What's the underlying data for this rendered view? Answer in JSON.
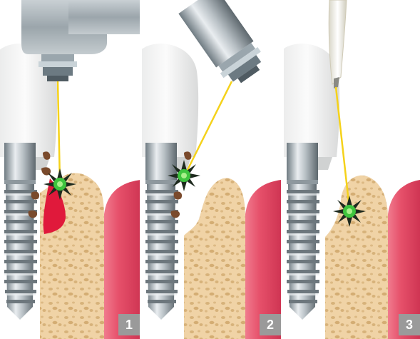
{
  "panels": [
    {
      "number": "1",
      "tool": "handpiece",
      "has_infection": true,
      "has_calculus": true,
      "bone_defect": "small"
    },
    {
      "number": "2",
      "tool": "handpiece-angled",
      "has_infection": false,
      "has_calculus": true,
      "bone_defect": "crater"
    },
    {
      "number": "3",
      "tool": "fiber-tip",
      "has_infection": false,
      "has_calculus": false,
      "bone_defect": "regenerated"
    }
  ],
  "colors": {
    "bone": "#f0d3a6",
    "gum": "#e6506a",
    "laser_beam": "#f5d21a",
    "laser_spot": "#3ec43e",
    "infection": "#e0193b",
    "calculus": "#7a4a2c",
    "badge_bg": "#9a9a9a"
  }
}
